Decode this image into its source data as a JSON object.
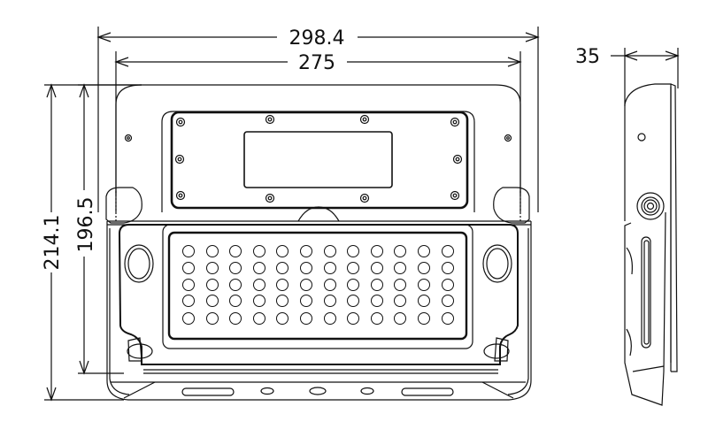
{
  "drawing": {
    "type": "dimension drawing",
    "units": "mm",
    "front_view": {
      "overall_width": "298.4",
      "body_width": "275",
      "overall_height": "214.1",
      "body_height": "196.5",
      "keypad": {
        "rows": 5,
        "columns": 12
      },
      "cover_plate_screws": 10
    },
    "side_view": {
      "depth": "35"
    }
  }
}
